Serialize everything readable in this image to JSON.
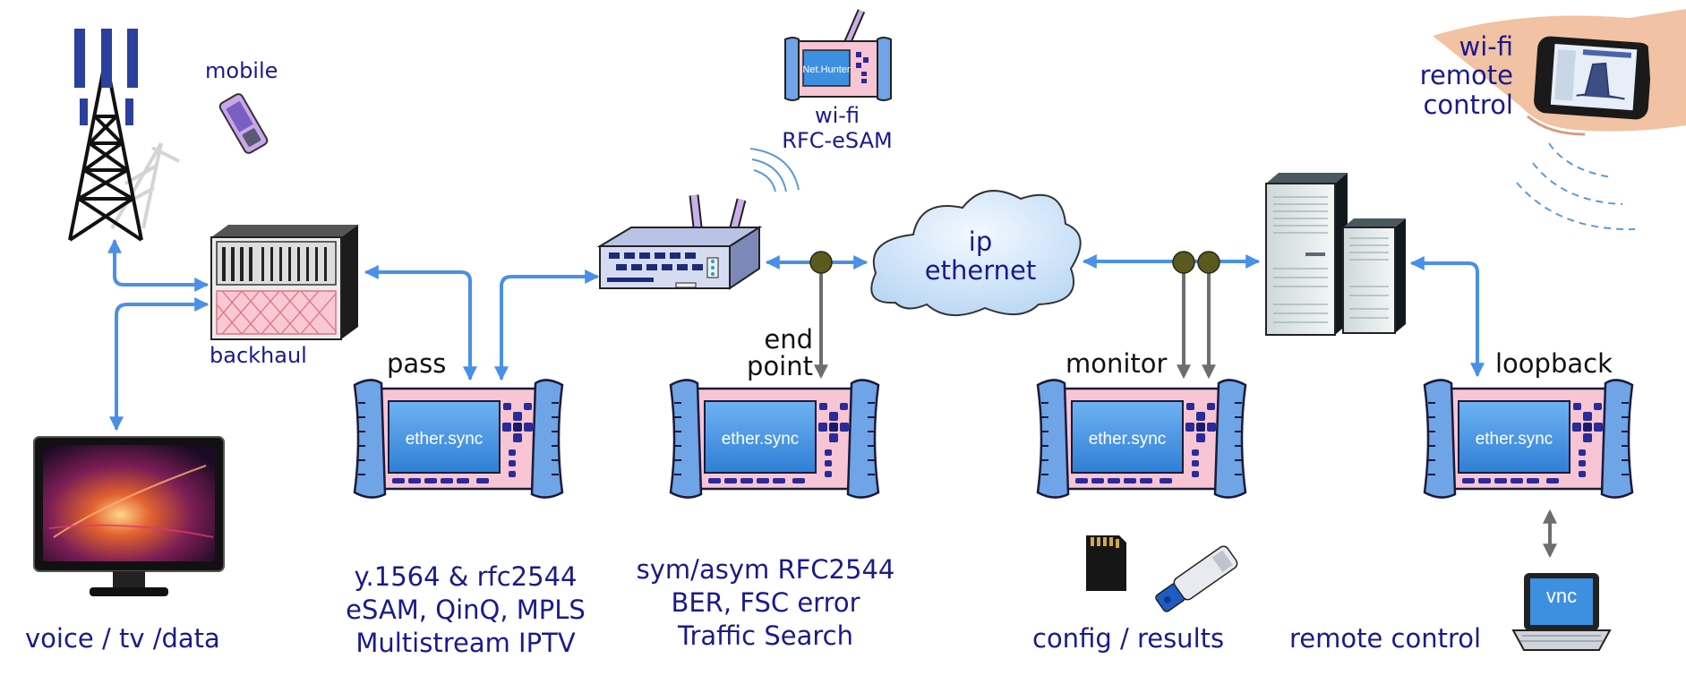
{
  "labels": {
    "mobile": "mobile",
    "backhaul": "backhaul",
    "voice_tv_data": "voice / tv /data",
    "pass": "pass",
    "end_point": [
      "end",
      "point"
    ],
    "monitor": "monitor",
    "loopback": "loopback",
    "wifi_rfc": [
      "wi-fi",
      "RFC-eSAM"
    ],
    "wifi_remote": [
      "wi-fi",
      "remote",
      "control"
    ],
    "cloud": [
      "ip",
      "ethernet"
    ],
    "pass_features": [
      "y.1564 & rfc2544",
      "eSAM, QinQ, MPLS",
      "Multistream IPTV"
    ],
    "endpoint_features": [
      "sym/asym RFC2544",
      "BER, FSC error",
      "Traffic Search"
    ],
    "config_results": "config / results",
    "remote_control": "remote control"
  },
  "devices": {
    "tester_screen": "ether.sync",
    "handheld_screen": "Net.Hunter",
    "laptop_screen": "vnc"
  },
  "colors": {
    "label_text": "#1a1a8c",
    "arrow_blue": "#4a8fe8",
    "arrow_gray": "#6e6e6e",
    "tap_dot": "#5a5a1e",
    "tester_body": "#f7c5d3",
    "tester_grip": "#6fa4e6",
    "tester_screen": "#3d8fe0",
    "cloud": "#cfe3f7"
  },
  "icons": [
    "cell-tower-icon",
    "mobile-phone-icon",
    "rack-chassis-icon",
    "monitor-icon",
    "router-icon",
    "cloud-icon",
    "server-icon",
    "handheld-tester-icon",
    "phone-in-hand-icon",
    "sd-card-icon",
    "usb-stick-icon",
    "laptop-icon",
    "ether-sync-tester-icon"
  ]
}
